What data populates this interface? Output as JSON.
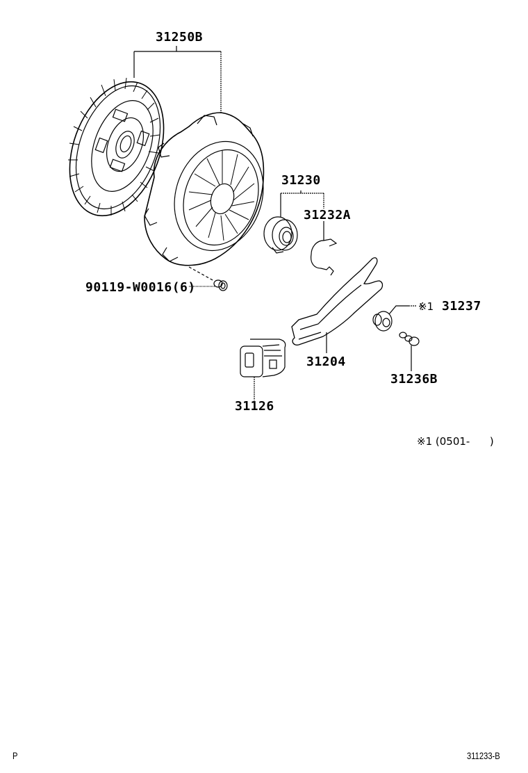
{
  "diagram": {
    "title": "Clutch parts diagram",
    "line_color": "#000000",
    "background": "#ffffff",
    "parts": [
      {
        "id": "31250B",
        "label": "31250B",
        "name": "clutch disc and cover set"
      },
      {
        "id": "31230",
        "label": "31230",
        "name": "release bearing assembly"
      },
      {
        "id": "31232A",
        "label": "31232A",
        "name": "release bearing clip"
      },
      {
        "id": "90119-W0016",
        "label": "90119-W0016(6)",
        "name": "cover bolt",
        "quantity": 6
      },
      {
        "id": "31237",
        "label": "31237",
        "prefix": "※1",
        "name": "release fork support"
      },
      {
        "id": "31204",
        "label": "31204",
        "name": "release fork"
      },
      {
        "id": "31236B",
        "label": "31236B",
        "name": "fork support bolt"
      },
      {
        "id": "31126",
        "label": "31126",
        "name": "release fork boot"
      }
    ],
    "footnote": {
      "mark": "※1",
      "text": "※1 (0501-      )"
    },
    "footer": {
      "left": "P",
      "right": "311233-B"
    }
  }
}
